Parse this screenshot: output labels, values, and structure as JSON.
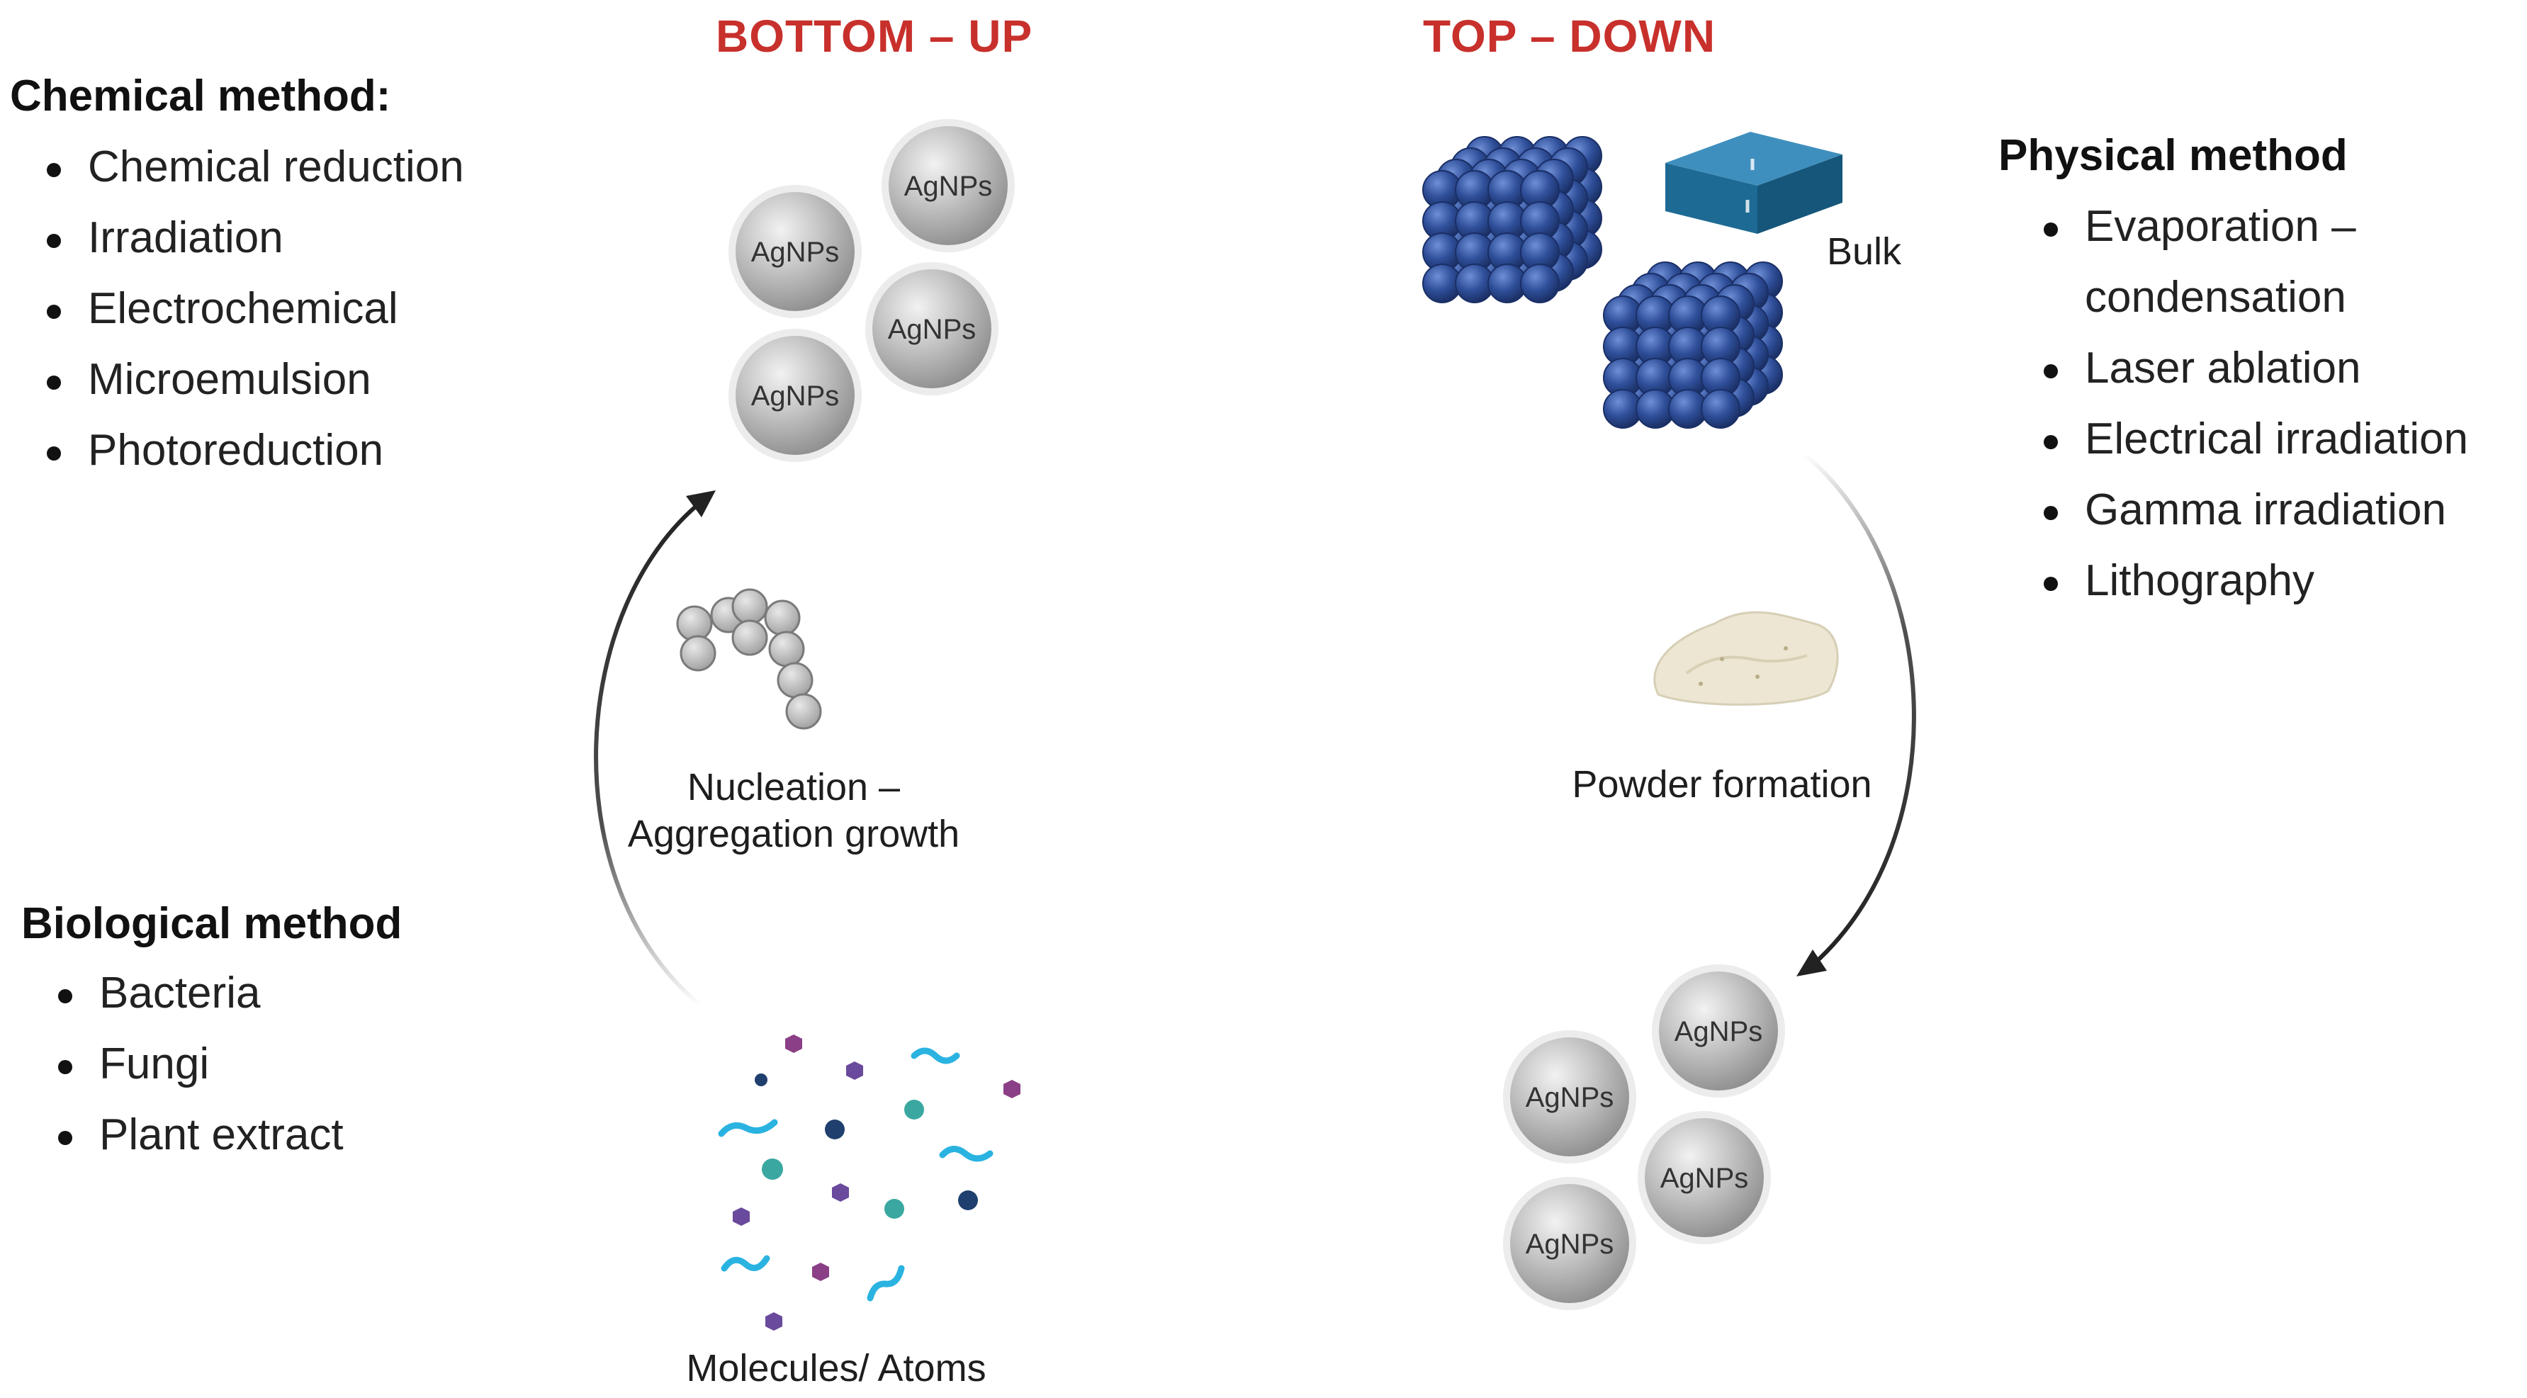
{
  "headings": {
    "bottom_up": "BOTTOM – UP",
    "top_down": "TOP – DOWN"
  },
  "chemical_method": {
    "title": "Chemical method:",
    "items": [
      "Chemical reduction",
      "Irradiation",
      "Electrochemical",
      "Microemulsion",
      "Photoreduction"
    ]
  },
  "biological_method": {
    "title": "Biological method",
    "items": [
      "Bacteria",
      "Fungi",
      "Plant extract"
    ]
  },
  "physical_method": {
    "title": "Physical method",
    "items": [
      "Evaporation –",
      "condensation",
      "Laser ablation",
      "Electrical irradiation",
      "Gamma irradiation",
      "Lithography"
    ]
  },
  "bottom_up_steps": {
    "nucleation_line1": "Nucleation –",
    "nucleation_line2": "Aggregation growth",
    "molecules": "Molecules/ Atoms"
  },
  "top_down_steps": {
    "bulk": "Bulk",
    "powder": "Powder formation"
  },
  "nanoparticle_label": "AgNPs",
  "colors": {
    "heading": "#c8302c",
    "arrow": "#222222",
    "sphere": "#b8b8b8",
    "cube_atom": "#2f4f9a",
    "bulk_block": "#1d6a94",
    "molecule_teal": "#3aa8a0",
    "molecule_navy": "#1f3f6e",
    "molecule_purple": "#6a4a9c",
    "molecule_violet": "#8a3f86",
    "molecule_cyan": "#2ab3e0"
  }
}
